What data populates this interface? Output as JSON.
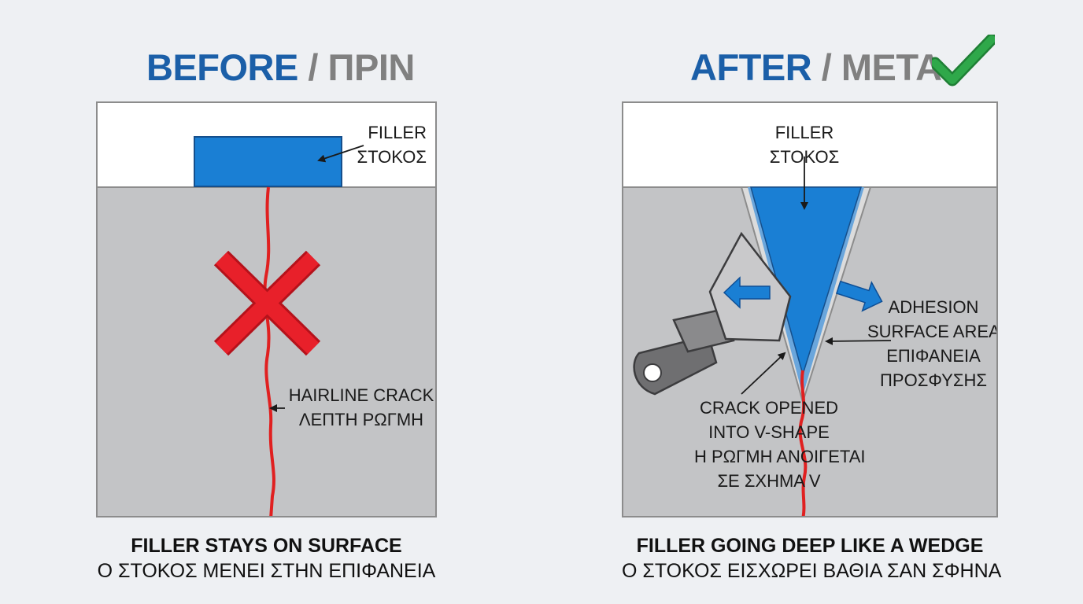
{
  "before": {
    "heading_main": "BEFORE",
    "heading_sep": " / ",
    "heading_alt": "ΠΡΙΝ",
    "filler_label_1": "FILLER",
    "filler_label_2": "ΣΤΟΚΟΣ",
    "crack_label_1": "HAIRLINE CRACK",
    "crack_label_2": "ΛΕΠΤΗ ΡΩΓΜΗ",
    "caption_1": "FILLER STAYS ON SURFACE",
    "caption_2": "Ο ΣΤΟΚΟΣ ΜΕΝΕΙ ΣΤΗΝ ΕΠΙΦΑΝΕΙΑ"
  },
  "after": {
    "heading_main": "AFTER",
    "heading_sep": " / ",
    "heading_alt": "ΜΕΤΑ",
    "filler_label_1": "FILLER",
    "filler_label_2": "ΣΤΟΚΟΣ",
    "adhesion_label_1": "ADHESION",
    "adhesion_label_2": "SURFACE AREA",
    "adhesion_label_3": "ΕΠΙΦΑΝΕΙΑ",
    "adhesion_label_4": "ΠΡΟΣΦΥΣΗΣ",
    "crack_label_1": "CRACK OPENED",
    "crack_label_2": "INTO V-SHAPE",
    "crack_label_3": "Η ΡΩΓΜΗ ΑΝΟΙΓΕΤΑΙ",
    "crack_label_4": "ΣΕ ΣΧΗΜΑ V",
    "caption_1": "FILLER GOING DEEP LIKE A WEDGE",
    "caption_2": "Ο ΣΤΟΚΟΣ ΕΙΣΧΩΡΕΙ ΒΑΘΙΑ ΣΑΝ ΣΦΗΝΑ"
  },
  "colors": {
    "heading_blue": "#1b5fa8",
    "heading_grey": "#808080",
    "filler_blue": "#1a7fd4",
    "crack_red": "#e02020",
    "cross_red": "#e8202a",
    "check_green": "#2fa84a",
    "surface_grey": "#c3c4c6"
  },
  "icons": {
    "check": "checkmark-icon",
    "cross": "x-cross-icon",
    "tool": "putty-knife-icon"
  }
}
